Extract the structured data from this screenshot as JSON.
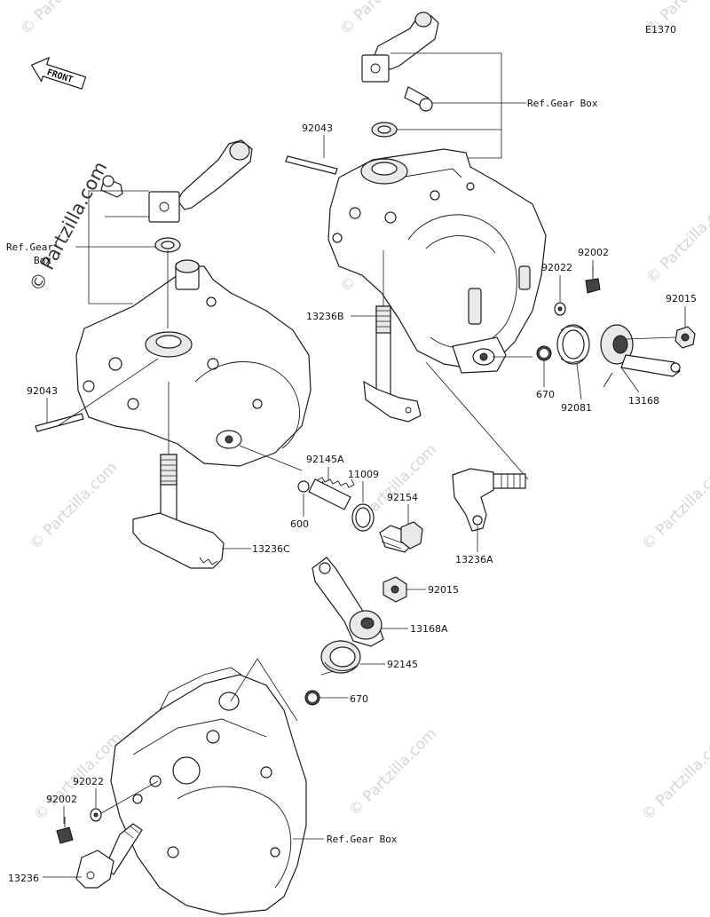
{
  "diagram_code": "E1370",
  "front_label": "FRONT",
  "watermark": "© Partzilla.com",
  "watermark_small": "© Partzilla.com",
  "labels": {
    "ref_gear_box_top": "Ref.Gear Box",
    "ref_gear_box_left": "Ref.Gear\nBox",
    "ref_gear_box_bottom": "Ref.Gear Box",
    "p92043_top": "92043",
    "p92043_left": "92043",
    "p13236B": "13236B",
    "p92002_right": "92002",
    "p92022_right": "92022",
    "p92015_right": "92015",
    "p670_right": "670",
    "p92081": "92081",
    "p13168": "13168",
    "p92145A": "92145A",
    "p11009": "11009",
    "p92154": "92154",
    "p600": "600",
    "p13236C": "13236C",
    "p13236A": "13236A",
    "p92015_mid": "92015",
    "p13168A": "13168A",
    "p92145": "92145",
    "p670_mid": "670",
    "p92022_left": "92022",
    "p92002_left": "92002",
    "p13236": "13236"
  }
}
